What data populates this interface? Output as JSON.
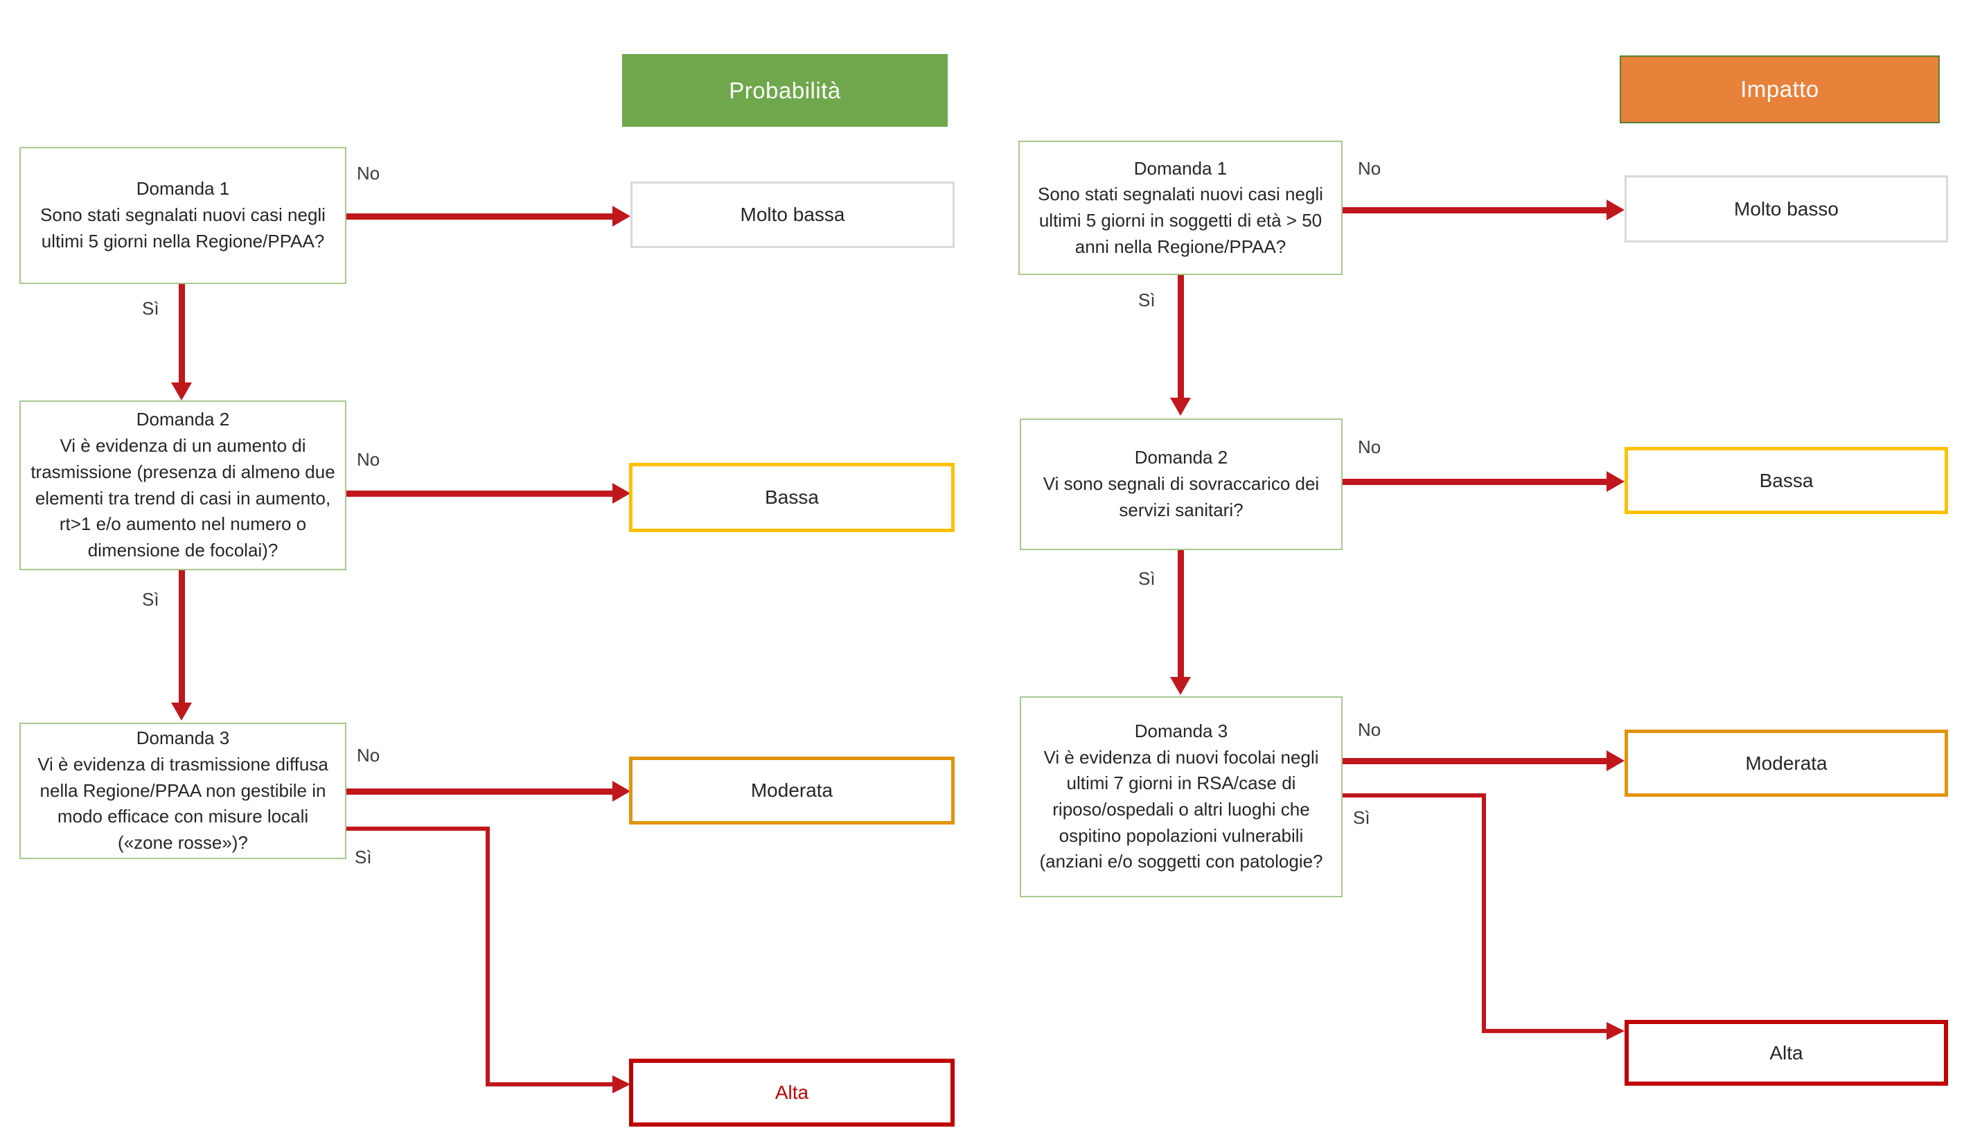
{
  "headers": {
    "probability": {
      "label": "Probabilità"
    },
    "impact": {
      "label": "Impatto"
    }
  },
  "labels": {
    "no": "No",
    "yes": "Sì"
  },
  "probability": {
    "questions": [
      {
        "title": "Domanda 1",
        "text": "Sono stati segnalati nuovi casi negli ultimi 5 giorni nella Regione/PPAA?"
      },
      {
        "title": "Domanda 2",
        "text": "Vi è evidenza di un aumento di trasmissione (presenza di almeno due elementi tra trend di casi in aumento, rt>1 e/o aumento nel numero o dimensione de focolai)?"
      },
      {
        "title": "Domanda 3",
        "text": "Vi è evidenza di trasmissione diffusa nella Regione/PPAA non gestibile in modo efficace con misure locali («zone rosse»)?"
      }
    ],
    "outcomes": [
      {
        "label": "Molto bassa"
      },
      {
        "label": "Bassa"
      },
      {
        "label": "Moderata"
      },
      {
        "label": "Alta"
      }
    ]
  },
  "impact": {
    "questions": [
      {
        "title": "Domanda 1",
        "text": "Sono stati segnalati nuovi casi negli ultimi 5 giorni in soggetti di età > 50 anni nella Regione/PPAA?"
      },
      {
        "title": "Domanda 2",
        "text": "Vi sono segnali di sovraccarico dei servizi sanitari?"
      },
      {
        "title": "Domanda 3",
        "text": "Vi è evidenza di nuovi focolai negli ultimi 7 giorni in RSA/case di riposo/ospedali o altri luoghi che ospitino popolazioni vulnerabili (anziani e/o soggetti con patologie?"
      }
    ],
    "outcomes": [
      {
        "label": "Molto basso"
      },
      {
        "label": "Bassa"
      },
      {
        "label": "Moderata"
      },
      {
        "label": "Alta"
      }
    ]
  },
  "colors": {
    "header_probability_bg": "#6FA84C",
    "header_impact_bg": "#E8813A",
    "header_impact_border": "#538135",
    "question_border": "#A9C98F",
    "arrow": "#C0171C",
    "outcome_very_low_border": "#D9D9D9",
    "outcome_low_border": "#FFC000",
    "outcome_moderate_border": "#E2930D",
    "outcome_high_border": "#C00000",
    "outcome_high_text_probability": "#C00000"
  }
}
